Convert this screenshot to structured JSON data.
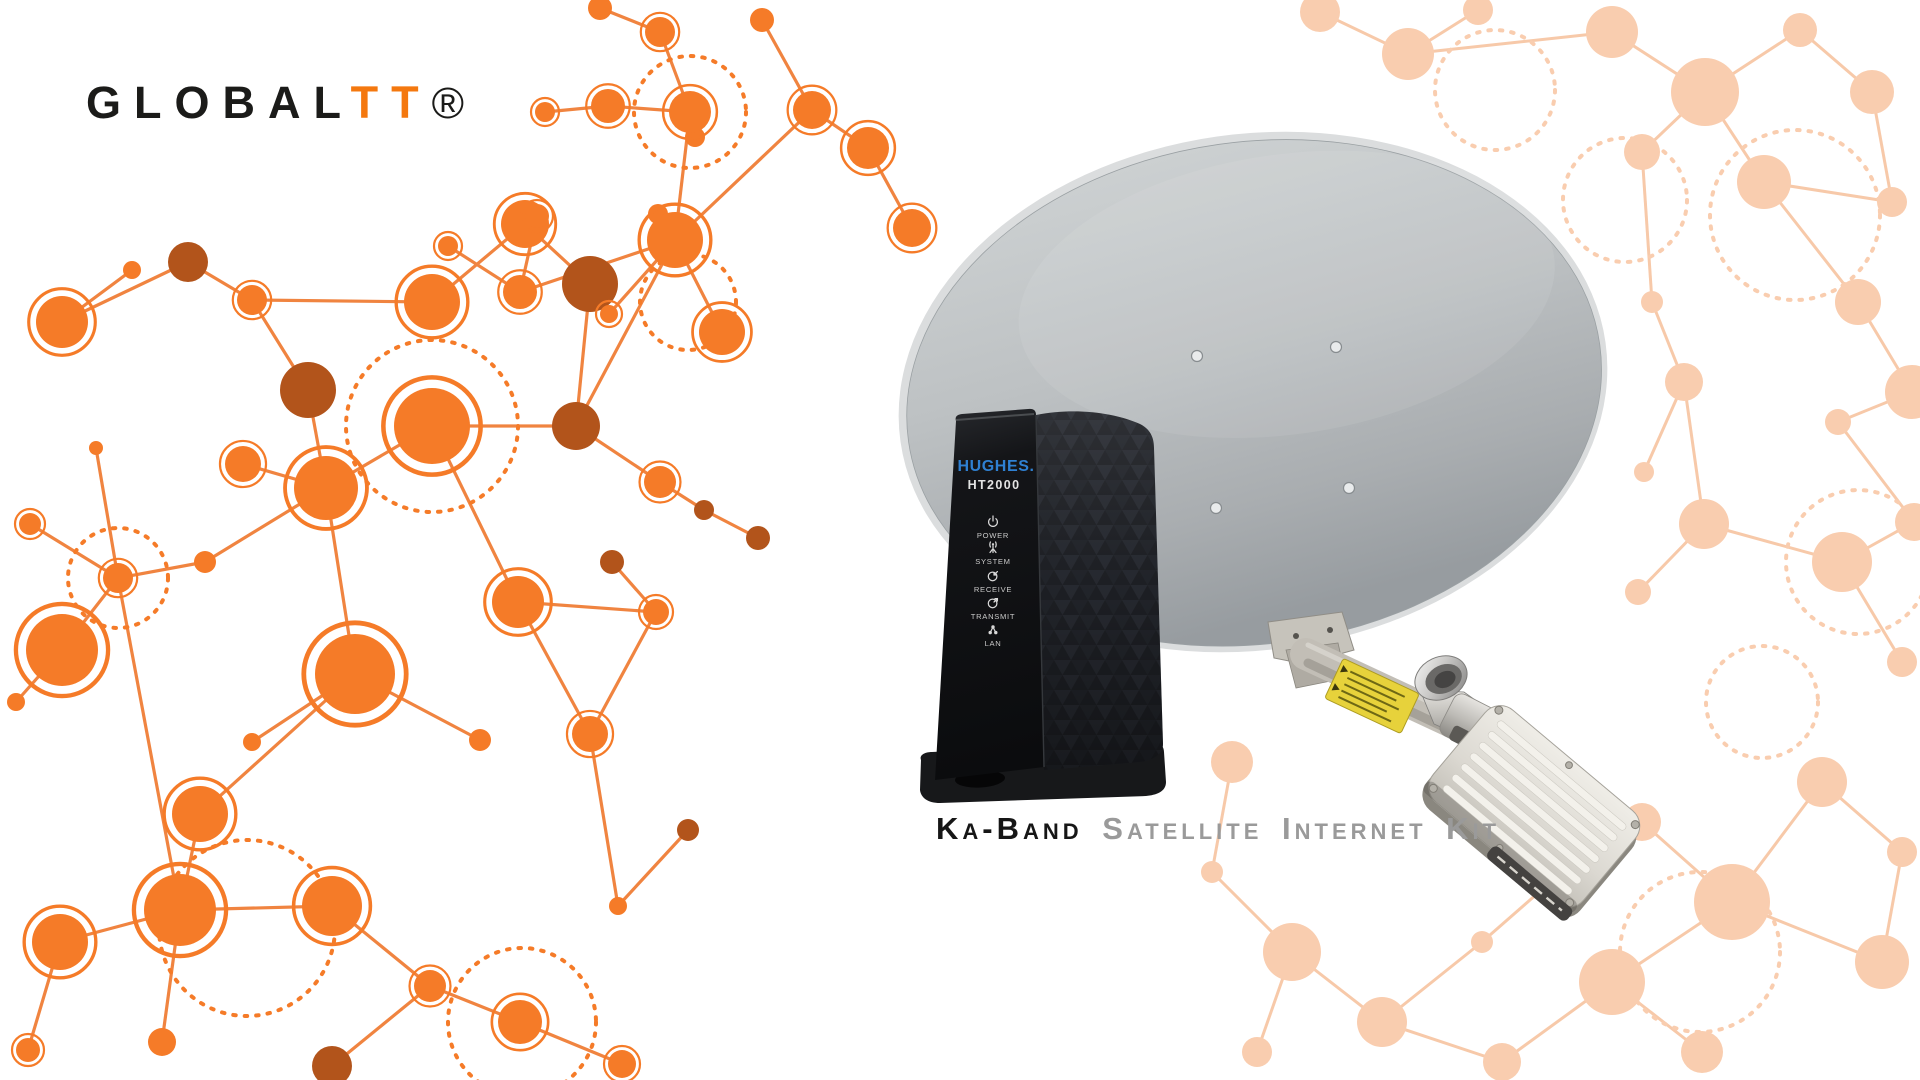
{
  "logo": {
    "part1": "GLOBAL",
    "part2": "TT",
    "registered": "®",
    "part1_color": "#1b1b19",
    "part2_color": "#F4780F"
  },
  "modem": {
    "brand": "HUGHES.",
    "model": "HT2000",
    "brand_color": "#2F80D2",
    "leds": [
      {
        "label": "POWER",
        "icon": "power-icon"
      },
      {
        "label": "SYSTEM",
        "icon": "system-icon"
      },
      {
        "label": "RECEIVE",
        "icon": "receive-icon"
      },
      {
        "label": "TRANSMIT",
        "icon": "transmit-icon"
      },
      {
        "label": "LAN",
        "icon": "lan-icon"
      }
    ]
  },
  "caption": {
    "primary": "Ka-Band ",
    "secondary": "Satellite Internet Kit",
    "primary_color": "#161616",
    "secondary_color": "#9a9a9a"
  },
  "colors": {
    "accent_orange": "#F57B28",
    "accent_dark_orange": "#B2541B",
    "pale_orange": "#F9CDAF",
    "dish_gray": "#B6BABC",
    "modem_black": "#141518",
    "warning_label_yellow": "#E7D23B"
  }
}
